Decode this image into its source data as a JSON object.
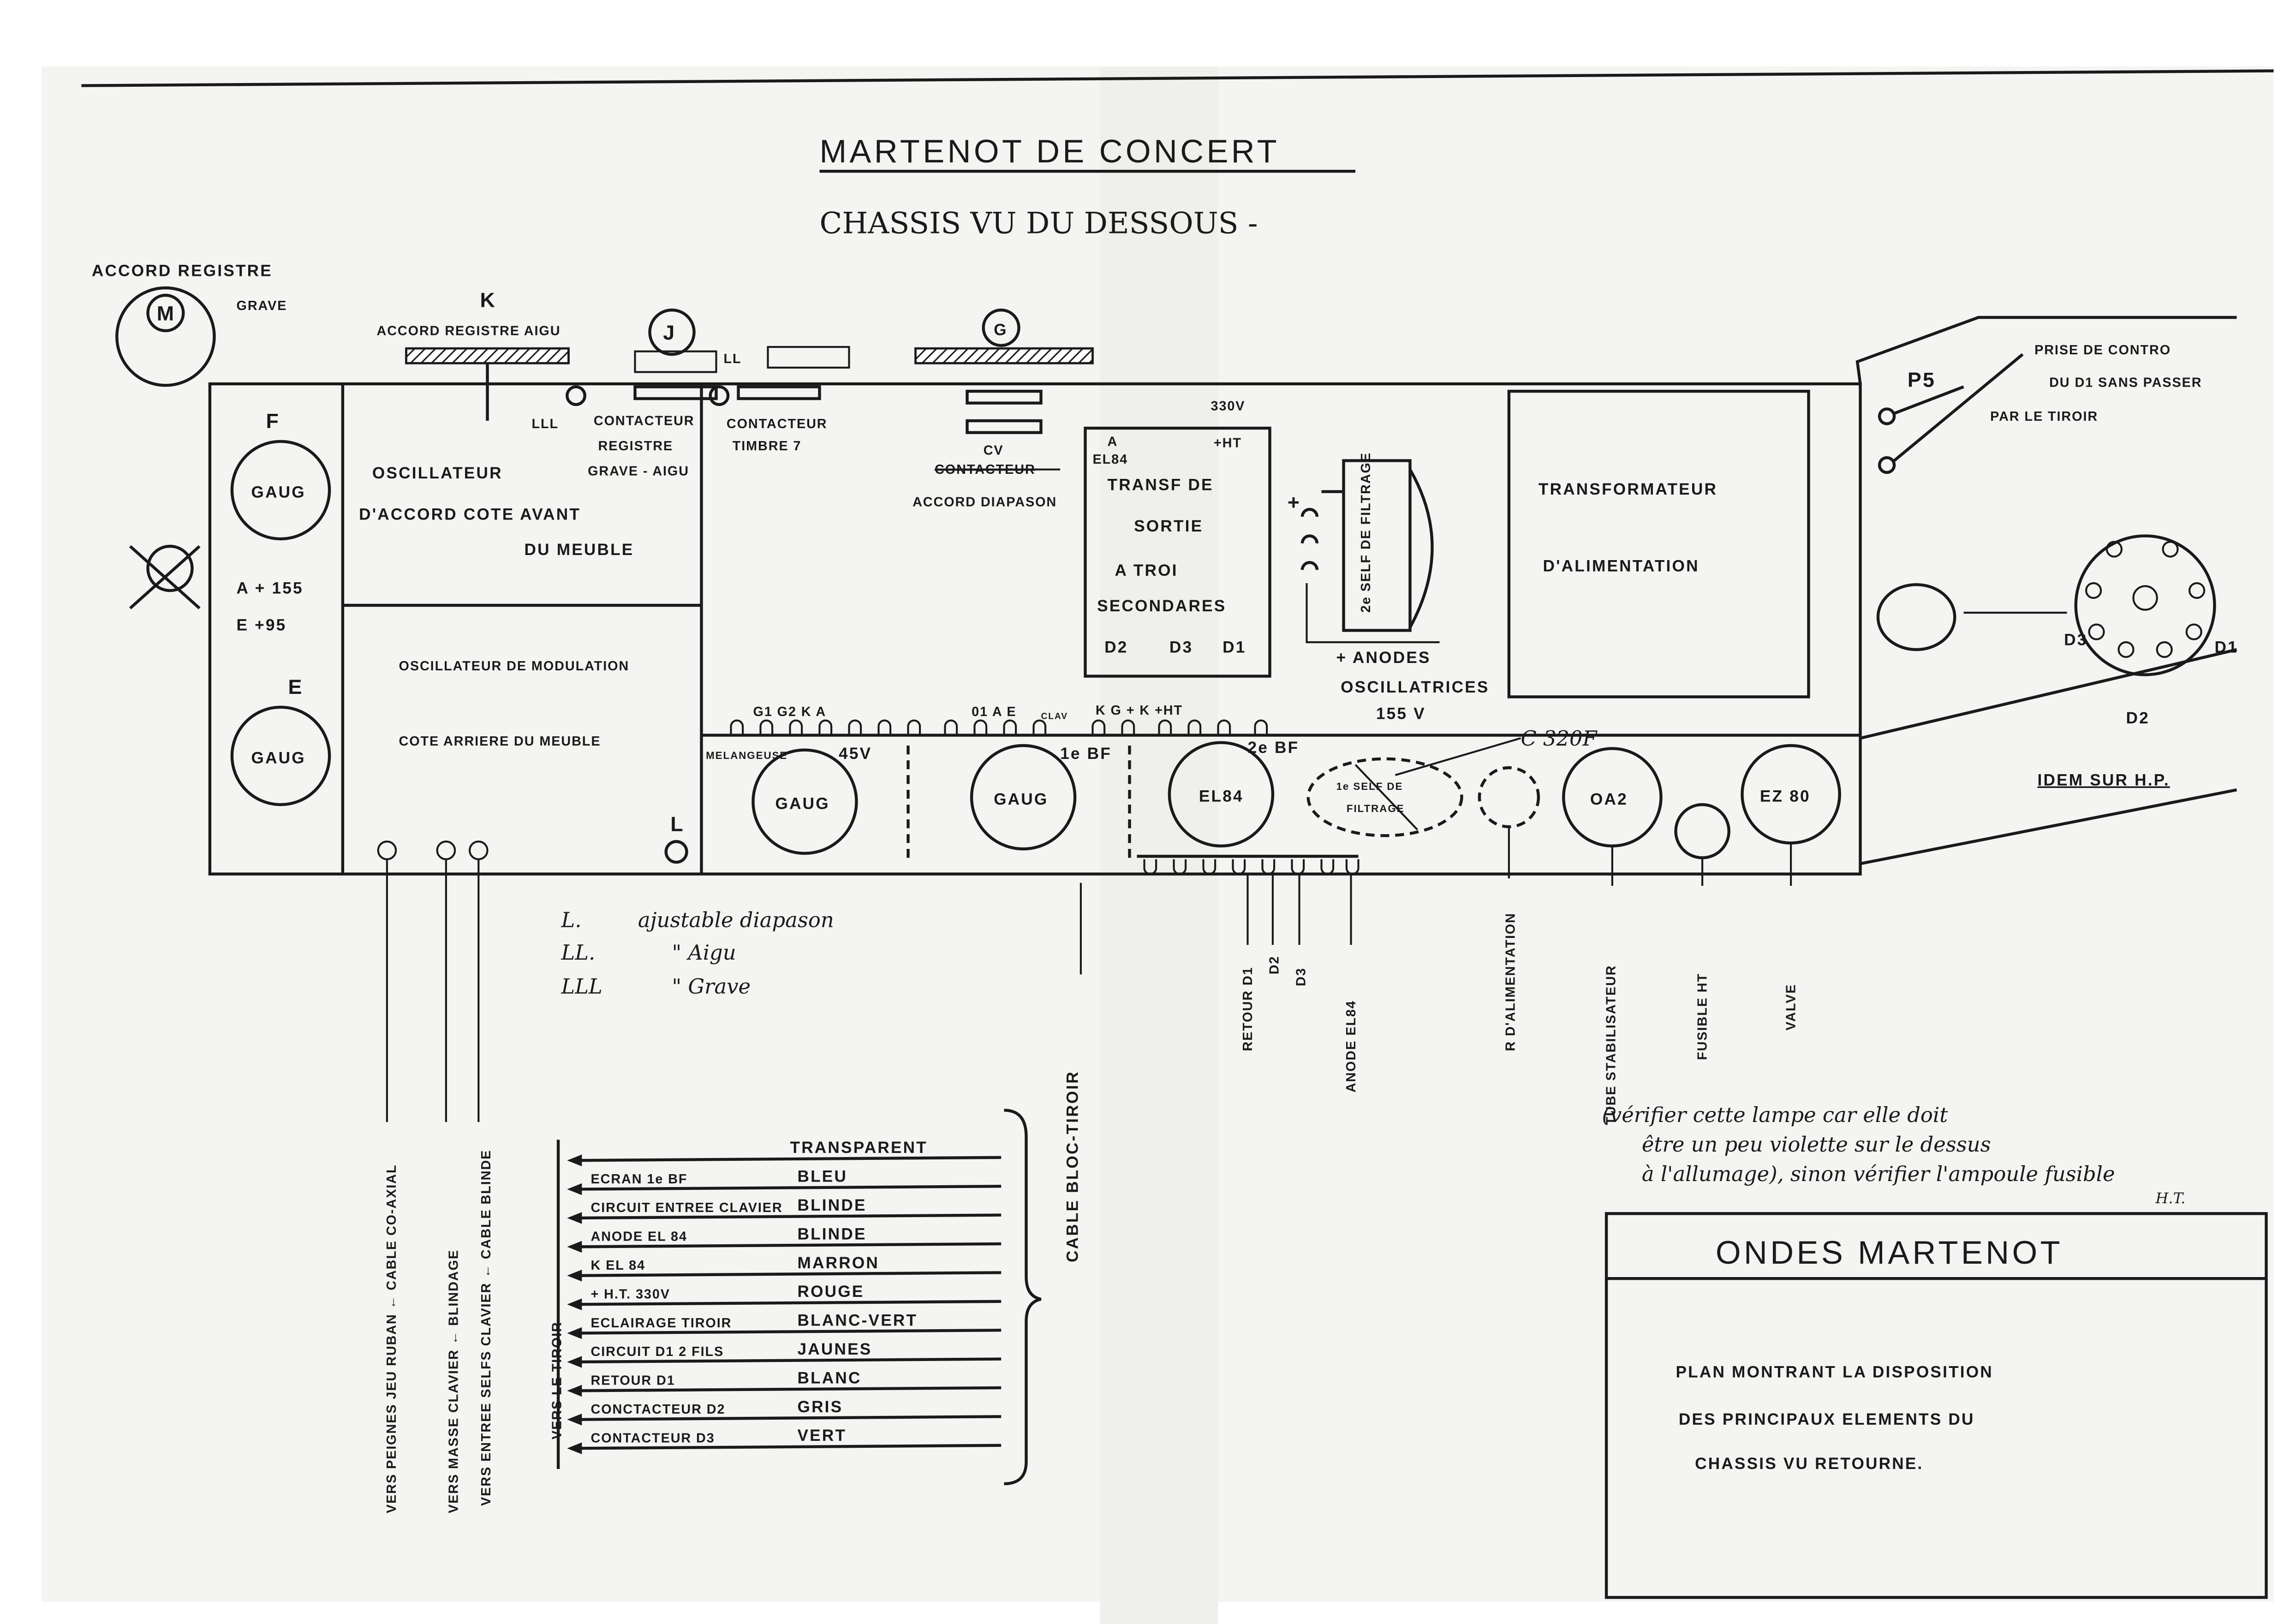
{
  "header": {
    "title": "MARTENOT DE CONCERT",
    "subtitle": "CHASSIS VU DU DESSOUS -"
  },
  "top": {
    "accord_registre": "ACCORD REGISTRE",
    "grave": "GRAVE",
    "m_label": "M",
    "k_label": "K",
    "accord_registre_aigu": "ACCORD REGISTRE AIGU",
    "j_label": "J",
    "g_label": "G",
    "ll_label": "LL",
    "lll_label": "LLL",
    "contacteur_registre": [
      "CONTACTEUR",
      "REGISTRE",
      "GRAVE - AIGU"
    ],
    "contacteur_timbre": [
      "CONTACTEUR",
      "TIMBRE 7"
    ],
    "cv_label": "CV",
    "contacteur_struck": "CONTACTEUR",
    "accord_diapason": "ACCORD DIAPASON"
  },
  "chassis": {
    "f_label": "F",
    "e_label": "E",
    "l_label": "L",
    "gaug_1": "GAUG",
    "gaug_2": "GAUG",
    "osc_accord": [
      "OSCILLATEUR",
      "D'ACCORD COTE AVANT",
      "DU MEUBLE"
    ],
    "voltages": [
      "A + 155",
      "E +95"
    ],
    "osc_modulation": [
      "OSCILLATEUR DE MODULATION",
      "COTE ARRIERE DU MEUBLE"
    ],
    "output_transformer": {
      "top_pins": [
        "A",
        "330V",
        "+HT"
      ],
      "tube": "EL84",
      "lines": [
        "TRANSF DE",
        "SORTIE",
        "A TROI",
        "SECONDARES"
      ],
      "secondaries": [
        "D2",
        "D3",
        "D1"
      ]
    },
    "self_2": "2e SELF DE FILTRAGE",
    "anodes": [
      "+ ANODES",
      "OSCILLATRICES",
      "155 V"
    ],
    "plus_sign": "+",
    "power_transformer": [
      "TRANSFORMATEUR",
      "D'ALIMENTATION"
    ],
    "pin_labels_1": "G1 G2 K A",
    "pin_labels_2": "01 A E",
    "pin_labels_clav": "CLAV",
    "pin_labels_3": "K    G  +  K  +HT",
    "melangeuse": "MELANGEUSE",
    "v45": "45V",
    "bf1": "1e BF",
    "bf2": "2e BF",
    "tubes": [
      "GAUG",
      "GAUG",
      "EL84",
      "OA2",
      "EZ 80"
    ],
    "self_1": [
      "1e SELF DE",
      "FILTRAGE"
    ],
    "c_note": "C 320F"
  },
  "side": {
    "p5": "P5",
    "prise": [
      "PRISE DE CONTRO",
      "DU D1 SANS PASSER",
      "PAR LE TIROIR"
    ],
    "socket_labels": [
      "D3",
      "D1",
      "D2"
    ],
    "idem": "IDEM SUR H.P."
  },
  "vertical_labels": [
    "VERS PEIGNES JEU RUBAN ← CABLE CO-AXIAL",
    "VERS MASSE CLAVIER ← BLINDAGE",
    "VERS ENTREE SELFS CLAVIER ← CABLE BLINDE",
    "VERS LE TIROIR",
    "CABLE BLOC-TIROIR",
    "RETOUR D1",
    "D2",
    "D3",
    "ANODE EL84",
    "R D'ALIMENTATION",
    "TUBE STABILISATEUR",
    "FUSIBLE HT",
    "VALVE"
  ],
  "legend_hand": [
    {
      "key": "L.",
      "text": "ajustable diapason"
    },
    {
      "key": "LL.",
      "text": "\" Aigu"
    },
    {
      "key": "LLL",
      "text": "\" Grave"
    }
  ],
  "wires": [
    {
      "label": "",
      "color": "TRANSPARENT"
    },
    {
      "label": "ECRAN 1e BF",
      "color": "BLEU"
    },
    {
      "label": "CIRCUIT ENTREE CLAVIER",
      "color": "BLINDE"
    },
    {
      "label": "ANODE EL 84",
      "color": "BLINDE"
    },
    {
      "label": "K      EL 84",
      "color": "MARRON"
    },
    {
      "label": "+ H.T.   330V",
      "color": "ROUGE"
    },
    {
      "label": "ECLAIRAGE TIROIR",
      "color": "BLANC-VERT"
    },
    {
      "label": "CIRCUIT D1  2 FILS",
      "color": "JAUNES"
    },
    {
      "label": "RETOUR D1",
      "color": "BLANC"
    },
    {
      "label": "CONCTACTEUR D2",
      "color": "GRIS"
    },
    {
      "label": "CONTACTEUR  D3",
      "color": "VERT"
    }
  ],
  "note": [
    "(vérifier cette lampe car elle doit",
    "être un peu violette sur le dessus",
    "à l'allumage), sinon vérifier l'ampoule fusible",
    "H.T."
  ],
  "title_block": {
    "title": "ONDES MARTENOT",
    "lines": [
      "PLAN   MONTRANT   LA DISPOSITION",
      "DES   PRINCIPAUX   ELEMENTS   DU",
      "CHASSIS    VU   RETOURNE."
    ]
  },
  "colors": {
    "ink": "#1a1a1a",
    "paper": "#f4f4f2"
  }
}
